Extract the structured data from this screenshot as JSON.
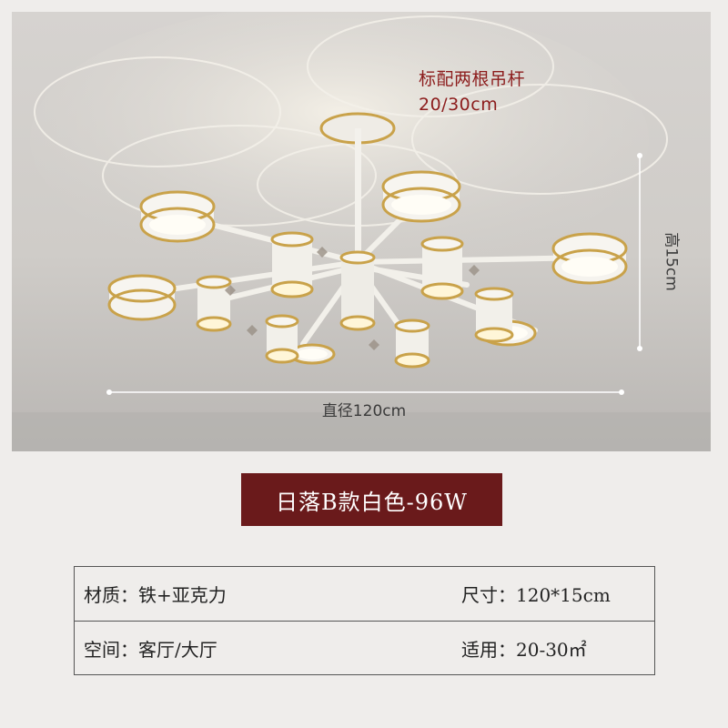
{
  "photo": {
    "note_line1": "标配两根吊杆",
    "note_line2": "20/30cm",
    "diameter_label": "直径120cm",
    "height_label": "高15cm"
  },
  "title": "日落B款白色-96W",
  "specs": {
    "material": "材质：铁+亚克力",
    "size": "尺寸：120*15cm",
    "space": "空间：客厅/大厅",
    "area": "适用：20-30㎡"
  },
  "colors": {
    "accent": "#6a1a1b",
    "note": "#8c1c1c",
    "gold": "#c9a24a"
  }
}
